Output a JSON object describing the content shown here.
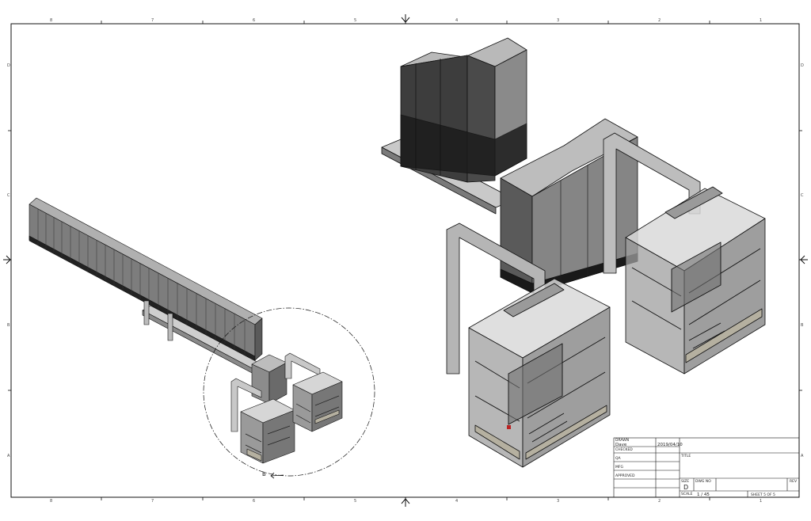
{
  "sheet": {
    "zones_top": [
      "8",
      "7",
      "6",
      "5",
      "4",
      "3",
      "2",
      "1"
    ],
    "zones_bottom": [
      "8",
      "7",
      "6",
      "5",
      "4",
      "3",
      "2",
      "1"
    ],
    "zones_left": [
      "D",
      "C",
      "B",
      "A"
    ],
    "zones_right": [
      "D",
      "C",
      "B",
      "A"
    ]
  },
  "detail": {
    "label": "B"
  },
  "title_block": {
    "drawn_label": "DRAWN",
    "drawn_by": "Dave",
    "drawn_date": "2019/04/10",
    "checked_label": "CHECKED",
    "title_label": "TITLE",
    "qa_label": "QA",
    "mfg_label": "MFG",
    "approved_label": "APPROVED",
    "size_label": "SIZE",
    "size_value": "D",
    "dwg_label": "DWG NO",
    "rev_label": "REV",
    "scale_label": "SCALE",
    "scale_value": "1 / 45",
    "sheet_text": "SHEET 5  OF 5"
  },
  "colors": {
    "line": "#111111",
    "cabinet_dark": "#3a3a3a",
    "cabinet_mid": "#7a7a7a",
    "cabinet_light": "#a8a8a8",
    "floor": "#b5b0a0"
  }
}
